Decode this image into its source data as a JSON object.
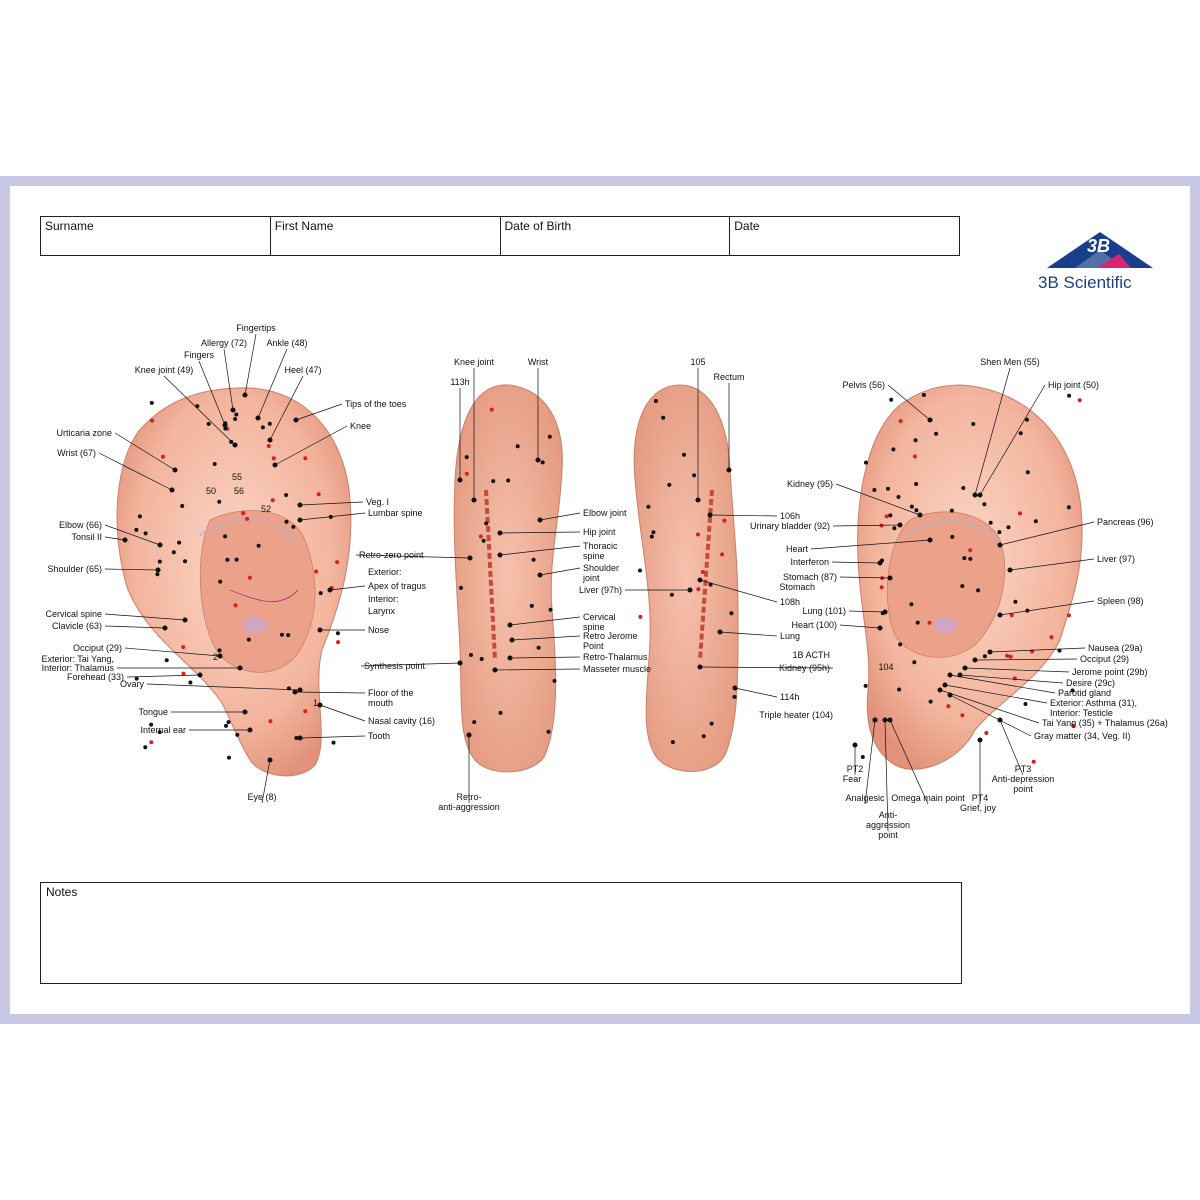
{
  "form": {
    "surname": "Surname",
    "first_name": "First Name",
    "date_of_birth": "Date of Birth",
    "date": "Date"
  },
  "brand": {
    "name": "3B Scientific",
    "mark": "3B"
  },
  "notes": {
    "label": "Notes"
  },
  "colors": {
    "frame": "#c9c8e6",
    "black_point": "#111111",
    "red_point": "#d81e1e",
    "brand_blue": "#1a3f8a",
    "skin": "#f3b59e"
  },
  "labels": {
    "ear_left": {
      "fingertips": "Fingertips",
      "allergy": "Allergy (72)",
      "ankle": "Ankle (48)",
      "fingers": "Fingers",
      "knee_joint": "Knee joint (49)",
      "heel": "Heel (47)",
      "tips_toes": "Tips of the toes",
      "knee": "Knee",
      "urticaria": "Urticaria zone",
      "wrist": "Wrist (67)",
      "n55": "55",
      "n50": "50",
      "n56": "56",
      "n52": "52",
      "veg1": "Veg. I",
      "lumbar": "Lumbar spine",
      "elbow": "Elbow (66)",
      "tonsil": "Tonsil II",
      "shoulder": "Shoulder (65)",
      "cervical": "Cervical spine",
      "clavicle": "Clavicle (63)",
      "occiput": "Occiput (29)",
      "taiyang1": "Exterior: Tai Yang,",
      "taiyang2": "Interior: Thalamus",
      "forehead": "Forehead (33)",
      "ovary": "Ovary",
      "tongue": "Tongue",
      "internal_ear": "Internal ear",
      "eye": "Eye (8)",
      "retro_zero": "Retro-zero point",
      "exterior": "Exterior:",
      "apex": "Apex of tragus",
      "interior": "Interior:",
      "larynx": "Larynx",
      "nose": "Nose",
      "synthesis": "Synthesis point",
      "floor1": "Floor of the",
      "floor2": "mouth",
      "nasal": "Nasal cavity (16)",
      "tooth": "Tooth",
      "n2": "2",
      "n1": "1"
    },
    "back_left": {
      "knee_joint": "Knee joint",
      "wrist": "Wrist",
      "n113h": "113h",
      "elbow_joint": "Elbow joint",
      "hip_joint": "Hip joint",
      "thoracic1": "Thoracic",
      "thoracic2": "spine",
      "shoulder1": "Shoulder",
      "shoulder2": "joint",
      "cervical1": "Cervical",
      "cervical2": "spine",
      "retro_jerome1": "Retro Jerome",
      "retro_jerome2": "Point",
      "retro_thalamus": "Retro-Thalamus",
      "masseter": "Masseter muscle",
      "retro_aggr1": "Retro-",
      "retro_aggr2": "anti-aggression"
    },
    "back_right": {
      "n105": "105",
      "rectum": "Rectum",
      "n106h": "106h",
      "liver97h": "Liver (97h)",
      "n108h": "108h",
      "lung": "Lung",
      "kidney95h": "Kidney (95h)",
      "acth": "1B ACTH",
      "n114h": "114h",
      "triple_heater": "Triple heater (104)"
    },
    "ear_right": {
      "shen_men": "Shen Men (55)",
      "pelvis": "Pelvis (56)",
      "hip_joint": "Hip joint (50)",
      "kidney": "Kidney (95)",
      "urinary": "Urinary bladder (92)",
      "pancreas": "Pancreas (96)",
      "heart": "Heart",
      "interferon": "Interferon",
      "liver": "Liver (97)",
      "stomach87": "Stomach (87)",
      "stomach": "Stomach",
      "lung101": "Lung (101)",
      "spleen": "Spleen (98)",
      "heart100": "Heart (100)",
      "nausea": "Nausea (29a)",
      "occiput": "Occiput (29)",
      "jerome": "Jerome point (29b)",
      "desire": "Desire (29c)",
      "parotid": "Parotid gland",
      "asthma1": "Exterior: Asthma (31),",
      "asthma2": "Interior: Testicle",
      "taiyang": "Tai Yang (35) + Thalamus (26a)",
      "gray_matter": "Gray matter (34, Veg. II)",
      "n104": "104",
      "pt2": "PT2",
      "fear": "Fear",
      "analgesic": "Analgesic",
      "omega": "Omega main point",
      "anti1": "Anti-",
      "anti2": "aggression",
      "anti3": "point",
      "pt4": "PT4",
      "grief": "Grief, joy",
      "pt3": "PT3",
      "antidep1": "Anti-depression",
      "antidep2": "point"
    }
  }
}
